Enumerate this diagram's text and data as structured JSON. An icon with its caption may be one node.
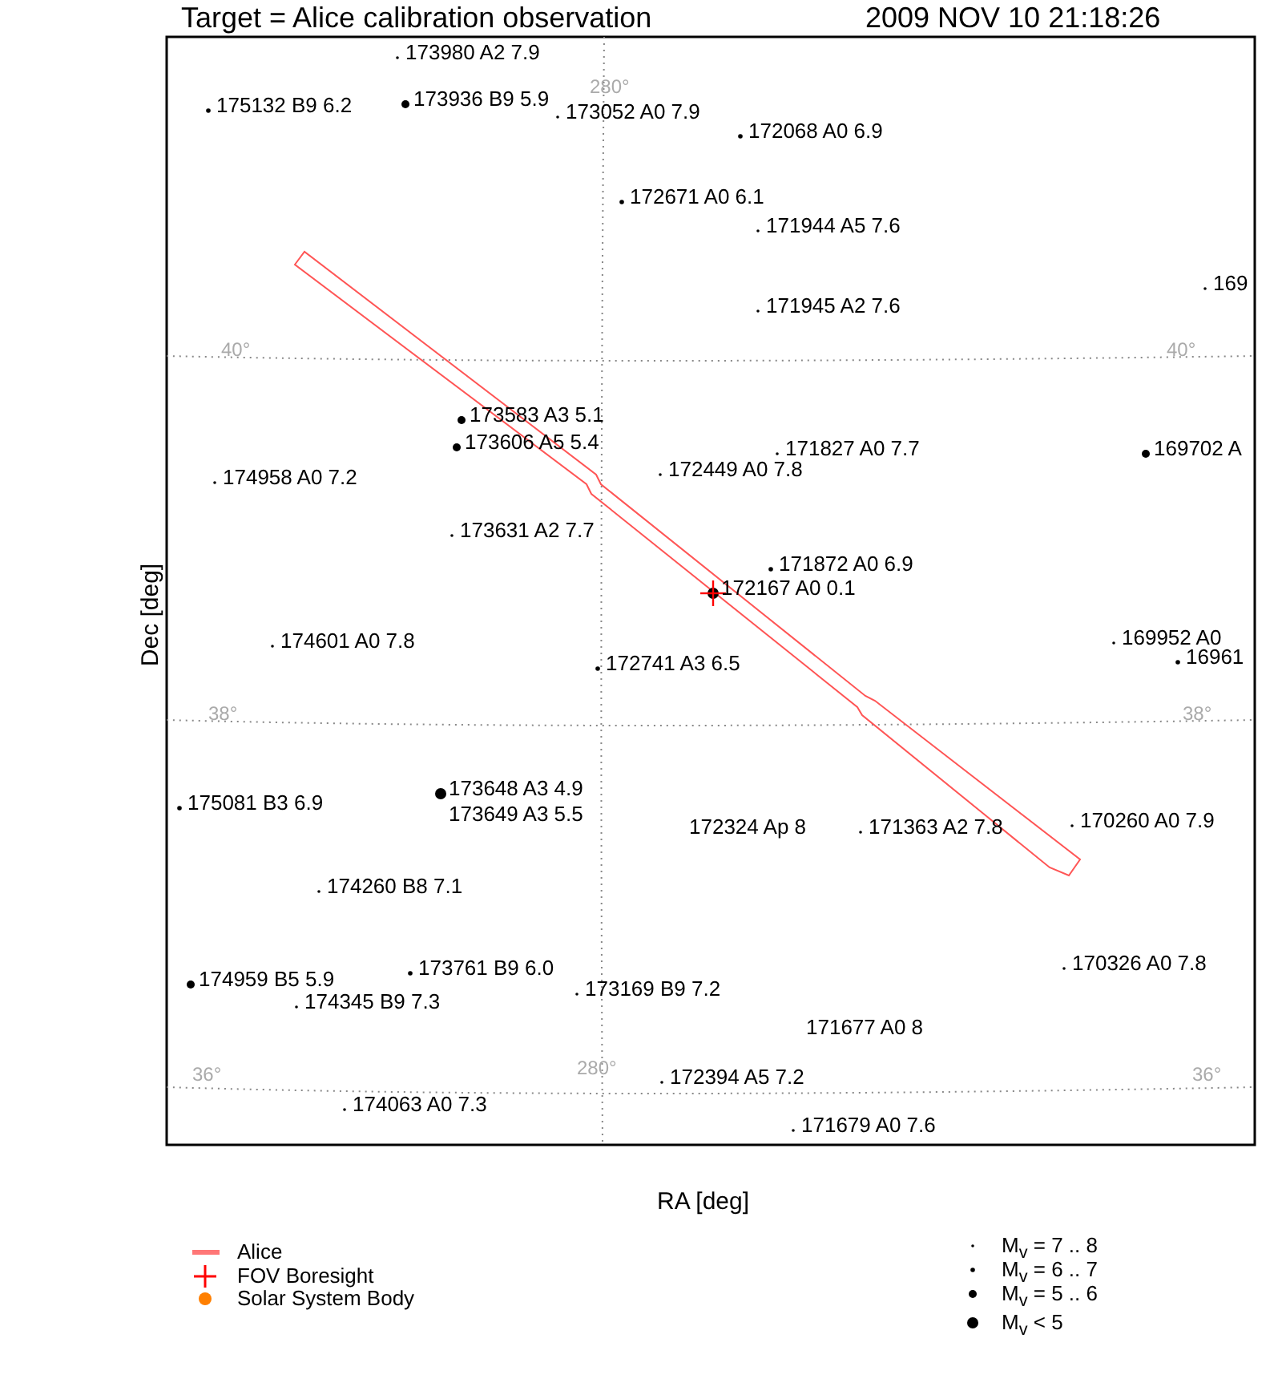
{
  "diagram": {
    "title": "Target = Alice calibration observation",
    "labels": [
      "2009 NOV 10 21:18:26",
      "173980 A2 7.9",
      "175132 B9 6.2",
      "173936 B9 5.9",
      "280°",
      "173052 A0 7.9",
      "172068 A0 6.9",
      "172671 A0 6.1",
      "171944 A5 7.6",
      "169",
      "171945 A2 7.6",
      "40°",
      "40°",
      "173583 A3 5.1",
      "173606 A5 5.4",
      "171827 A0 7.7",
      "169702 A",
      "172449 A0 7.8",
      "174958 A0 7.2",
      "173631 A2 7.7",
      "171872 A0 6.9",
      "172167 A0 0.1",
      "174601 A0 7.8",
      "169952 A0",
      "16961",
      "172741 A3 6.5",
      "38°",
      "38°",
      "173648 A3 4.9",
      "173649 A3 5.5",
      "175081 B3 6.9",
      "172324 Ap 8",
      "171363 A2 7.8",
      "170260 A0 7.9",
      "174260 B8 7.1",
      "174959 B5 5.9",
      "173761 B9 6.0",
      "173169 B9 7.2",
      "170326 A0 7.8",
      "174345 B9 7.3",
      "171677 A0 8",
      "36°",
      "280°",
      "172394 A5 7.2",
      "36°",
      "174063 A0 7.3",
      "171679 A0 7.6",
      "Dec [deg]",
      "RA [deg]"
    ],
    "legend": [
      {
        "text": "Alice"
      },
      {
        "text": "FOV Boresight"
      },
      {
        "text": "Solar System Body",
        "color": "#ff7f00"
      },
      {
        "text": "M$_{v}$ = 7 .. 8"
      },
      {
        "text": "M$_{v}$ = 6 .. 7"
      },
      {
        "text": "M$_{v}$ = 5 .. 6"
      },
      {
        "text": "M$_{v}$ < 5"
      }
    ]
  }
}
